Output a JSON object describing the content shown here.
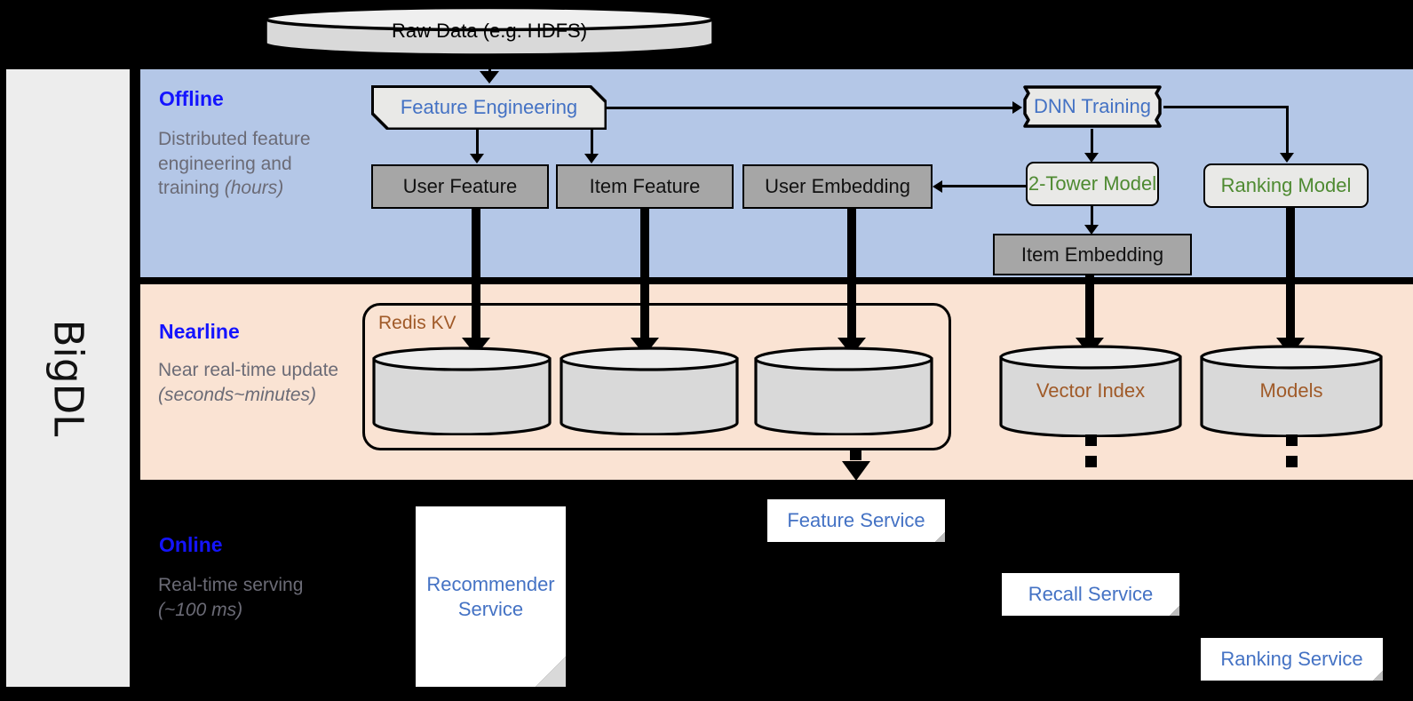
{
  "brand": {
    "label": "BigDL"
  },
  "colors": {
    "offline_band": "#b4c7e7",
    "nearline_band": "#fae3d3",
    "online_band": "#000000",
    "sidebar": "#ededed",
    "heading": "#1414ff",
    "blue_text": "#4472c4",
    "green_text": "#4e8a31",
    "brown_text": "#a05a28",
    "grey_box": "#a6a6a6",
    "proc_box": "#e9e9e7"
  },
  "layers": {
    "offline": {
      "title": "Offline",
      "subtitle": "Distributed feature engineering and training ",
      "subtitle_italic": "(hours)"
    },
    "nearline": {
      "title": "Nearline",
      "subtitle": "Near real-time update ",
      "subtitle_italic": "(seconds~minutes)"
    },
    "online": {
      "title": "Online",
      "subtitle": "Real-time serving ",
      "subtitle_italic": "(~100 ms)"
    }
  },
  "nodes": {
    "raw_data": "Raw Data (e.g. HDFS)",
    "feature_engineering": "Feature Engineering",
    "dnn_training": "DNN Training",
    "user_feature": "User Feature",
    "item_feature": "Item Feature",
    "user_embedding": "User Embedding",
    "two_tower_model": "2-Tower Model",
    "ranking_model": "Ranking Model",
    "item_embedding": "Item Embedding",
    "redis_kv": "Redis KV",
    "vector_index": "Vector Index",
    "models": "Models",
    "recommender_service": "Recommender Service",
    "feature_service": "Feature Service",
    "recall_service": "Recall Service",
    "ranking_service": "Ranking Service"
  }
}
